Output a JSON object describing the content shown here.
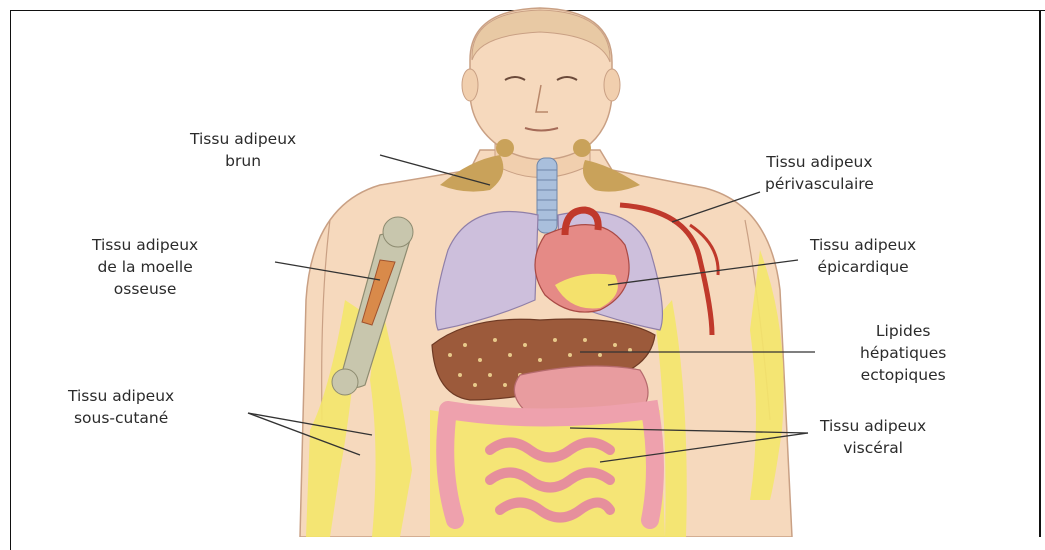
{
  "labels": {
    "brown": [
      "Tissu adipeux",
      "brun"
    ],
    "marrow": [
      "Tissu adipeux",
      "de la moelle",
      "osseuse"
    ],
    "subcutaneous": [
      "Tissu adipeux",
      "sous-cutané"
    ],
    "perivascular": [
      "Tissu adipeux",
      "périvasculaire"
    ],
    "epicardial": [
      "Tissu adipeux",
      "épicardique"
    ],
    "hepatic": [
      "Lipides",
      "hépatiques",
      "ectopiques"
    ],
    "visceral": [
      "Tissu adipeux",
      "viscéral"
    ]
  },
  "colors": {
    "skin": "#f6d9bd",
    "skin_outline": "#c9a084",
    "fat_yellow": "#f4e66a",
    "brown_fat": "#c9a25a",
    "lung": "#cdbfdc",
    "heart": "#e58a86",
    "liver": "#9c5a3b",
    "stomach": "#e89c9f",
    "intestine": "#eea1ad",
    "bone": "#c8c6ad",
    "artery": "#c0392b",
    "trachea": "#a9bfdc",
    "leader_line": "#333333"
  }
}
